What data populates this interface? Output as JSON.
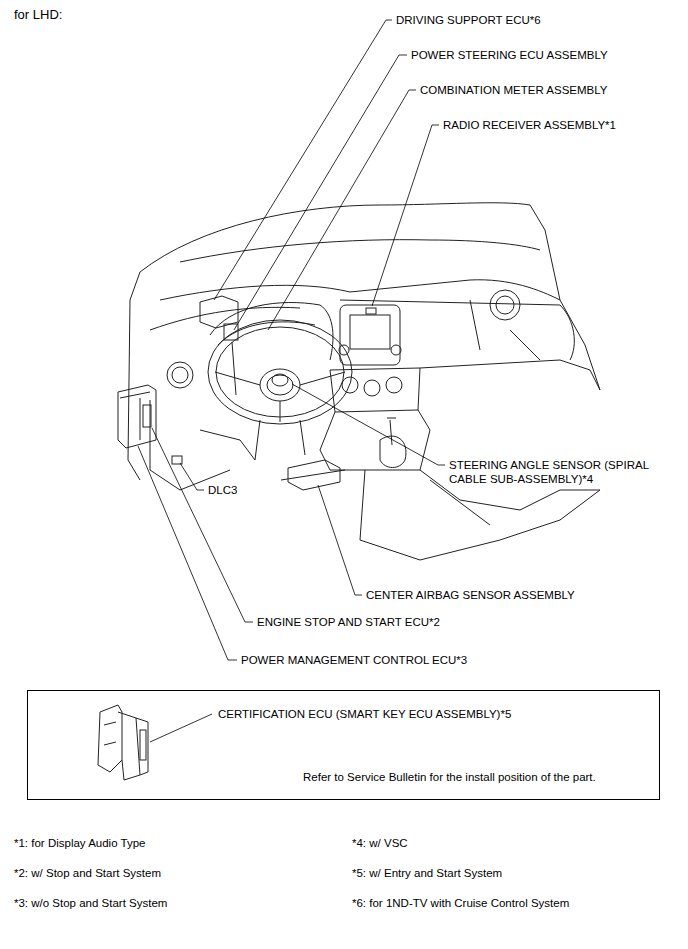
{
  "diagram": {
    "title": "for LHD:",
    "nodes": [
      {
        "text": [
          "CERTIFICATION ECU (SMART KEY ECU ASSEMBLY)*5",
          "Refer to Service Bulletin for the install position of the part."
        ]
      }
    ],
    "labels": [
      "DRIVING SUPPORT ECU*6",
      "POWER STEERING ECU ASSEMBLY",
      "COMBINATION METER ASSEMBLY",
      "RADIO RECEIVER ASSEMBLY*1",
      "STEERING ANGLE SENSOR (SPIRAL CABLE SUB-ASSEMBLY)*4",
      "DLC3",
      "CENTER AIRBAG SENSOR ASSEMBLY",
      "ENGINE STOP AND START ECU*2",
      "POWER MANAGEMENT CONTROL ECU*3",
      "*1: for Display Audio Type",
      "*2: w/ Stop and Start System",
      "*3: w/o Stop and Start System",
      "*4: w/ VSC",
      "*5: w/ Entry and Start System",
      "*6: for 1ND-TV with Cruise Control System"
    ]
  }
}
